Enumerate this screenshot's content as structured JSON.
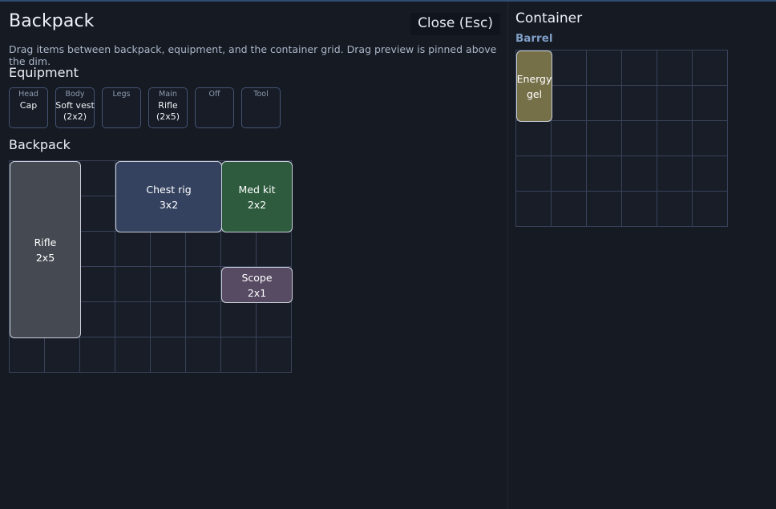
{
  "panel": {
    "title": "Backpack",
    "close_label": "Close (Esc)",
    "subtitle": "Drag items between backpack, equipment, and the container grid. Drag preview is pinned above the dim.",
    "equipment_title": "Equipment",
    "backpack_title": "Backpack"
  },
  "equipment": {
    "slots": [
      {
        "label": "Head",
        "value": "Cap"
      },
      {
        "label": "Body",
        "value": "Soft vest (2x2)"
      },
      {
        "label": "Legs",
        "value": ""
      },
      {
        "label": "Main",
        "value": "Rifle (2x5)"
      },
      {
        "label": "Off",
        "value": ""
      },
      {
        "label": "Tool",
        "value": ""
      }
    ]
  },
  "backpack_grid": {
    "cols": 8,
    "rows": 6,
    "cell": 44,
    "items": [
      {
        "name": "Rifle",
        "size": "2x5",
        "col": 1,
        "row": 1,
        "w": 2,
        "h": 5,
        "color": "#454a52"
      },
      {
        "name": "Chest rig",
        "size": "3x2",
        "col": 4,
        "row": 1,
        "w": 3,
        "h": 2,
        "color": "#344260"
      },
      {
        "name": "Med kit",
        "size": "2x2",
        "col": 7,
        "row": 1,
        "w": 2,
        "h": 2,
        "color": "#2e5b3e"
      },
      {
        "name": "Scope",
        "size": "2x1",
        "col": 7,
        "row": 4,
        "w": 2,
        "h": 1,
        "color": "#574b63"
      }
    ]
  },
  "container": {
    "title": "Container",
    "subtitle": "Barrel",
    "cols": 6,
    "rows": 5,
    "cell": 44,
    "items": [
      {
        "name": "Energy gel",
        "size": "",
        "col": 1,
        "row": 1,
        "w": 1,
        "h": 2,
        "color": "#767049"
      }
    ]
  },
  "colors": {
    "page_bg": "#171b24",
    "cell_bg": "#181d28",
    "grid_line": "#39425a",
    "accent_top_border": "#2f4d73",
    "slot_border": "#445575",
    "subtitle_text": "#aab6c8",
    "container_subtitle": "#7e9dc5"
  }
}
